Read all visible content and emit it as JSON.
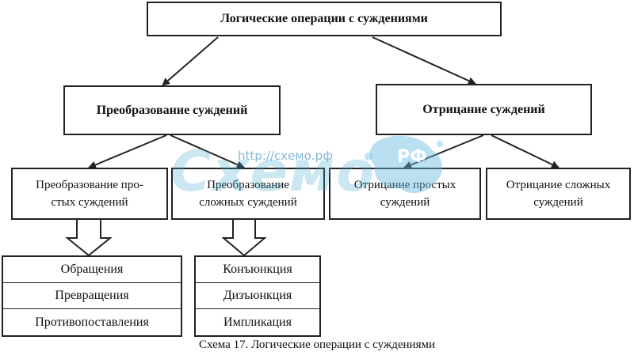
{
  "diagram": {
    "root": "Логические операции с суждениями",
    "level2": {
      "left": "Преобразование суждений",
      "right": "Отрицание суждений"
    },
    "level3": {
      "transform_simple": "Преобразование про-\nстых суждений",
      "transform_complex": "Преобразование\nсложных суждений",
      "negate_simple": "Отрицание простых\nсуждений",
      "negate_complex": "Отрицание сложных\nсуждений"
    },
    "simple_ops": [
      "Обращения",
      "Превращения",
      "Противопоставления"
    ],
    "complex_ops": [
      "Конъюнкция",
      "Дизъюнкция",
      "Импликация"
    ]
  },
  "caption": "Схема 17. Логические операции с суждениями",
  "watermark": {
    "script_text": "Схемо",
    "url": "http://схемо.рф",
    "rf": "РФ"
  },
  "colors": {
    "line": "#222222",
    "watermark": "#40a8d2"
  }
}
